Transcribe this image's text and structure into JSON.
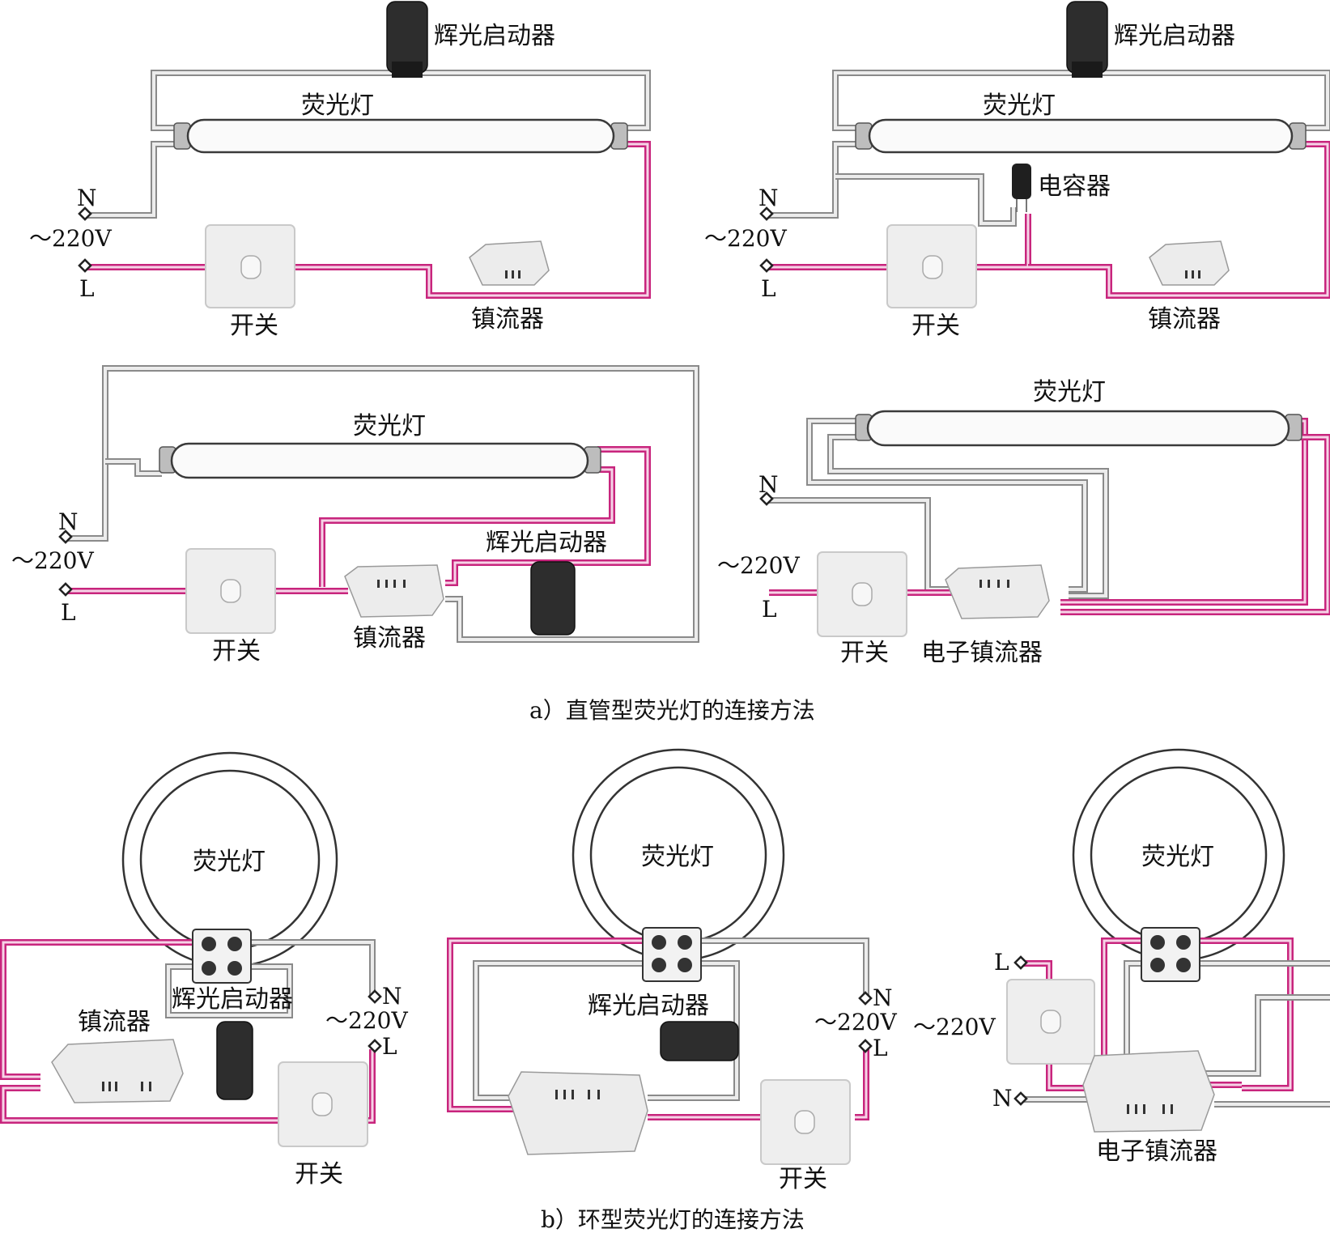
{
  "labels": {
    "starter": "辉光启动器",
    "lamp": "荧光灯",
    "ballast": "镇流器",
    "switch": "开关",
    "capacitor": "电容器",
    "electronic_ballast": "电子镇流器",
    "neutral": "N",
    "live": "L",
    "voltage": "～220V"
  },
  "captions": {
    "a": "a）直管型荧光灯的连接方法",
    "b": "b）环型荧光灯的连接方法"
  },
  "colors": {
    "neutral_wire": "#8a8a8a",
    "live_wire": "#c8257d",
    "starter_body": "#2d2d2d"
  }
}
